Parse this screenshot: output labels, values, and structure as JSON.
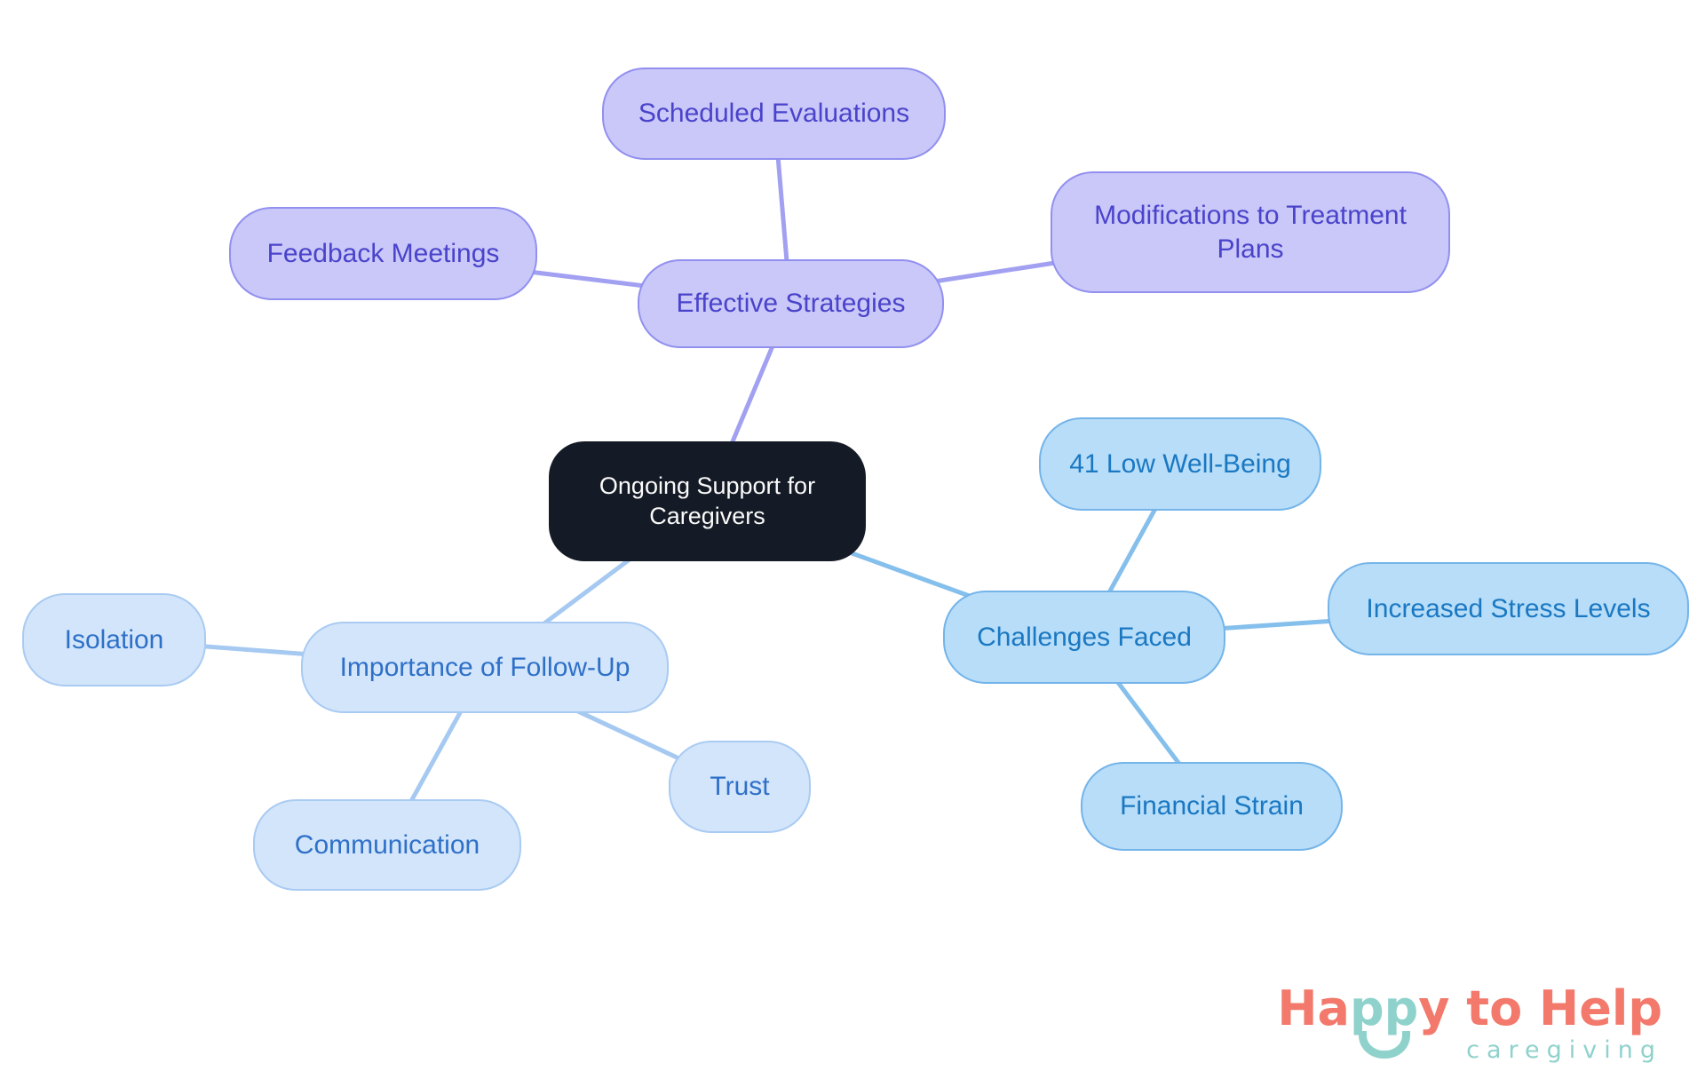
{
  "canvas": {
    "background": "#ffffff"
  },
  "mindmap": {
    "root": {
      "label": "Ongoing Support for Caregivers",
      "fill": "#151b26",
      "text_color": "#fafafa"
    },
    "branches": [
      {
        "label": "Effective Strategies",
        "node_fill": "#c9c8f8",
        "node_border": "#9290ef",
        "text_color": "#4a43cb",
        "edge_color": "#a2a0f1",
        "children": [
          {
            "label": "Scheduled Evaluations"
          },
          {
            "label": "Feedback Meetings"
          },
          {
            "label": "Modifications to Treatment Plans"
          }
        ]
      },
      {
        "label": "Challenges Faced",
        "node_fill": "#b7ddf8",
        "node_border": "#74b4e9",
        "text_color": "#1a78c2",
        "edge_color": "#85bfec",
        "children": [
          {
            "label": "41 Low Well-Being"
          },
          {
            "label": "Increased Stress Levels"
          },
          {
            "label": "Financial Strain"
          }
        ]
      },
      {
        "label": "Importance of Follow-Up",
        "node_fill": "#d3e5fa",
        "node_border": "#a9cbf2",
        "text_color": "#2e70c8",
        "edge_color": "#a6c9f1",
        "children": [
          {
            "label": "Isolation"
          },
          {
            "label": "Communication"
          },
          {
            "label": "Trust"
          }
        ]
      }
    ]
  },
  "logo": {
    "name_part1": "Ha",
    "name_part2": "pp",
    "name_part3": "y to Help",
    "tagline": "caregiving",
    "coral": "#f2796b",
    "teal": "#8fd2cc"
  }
}
